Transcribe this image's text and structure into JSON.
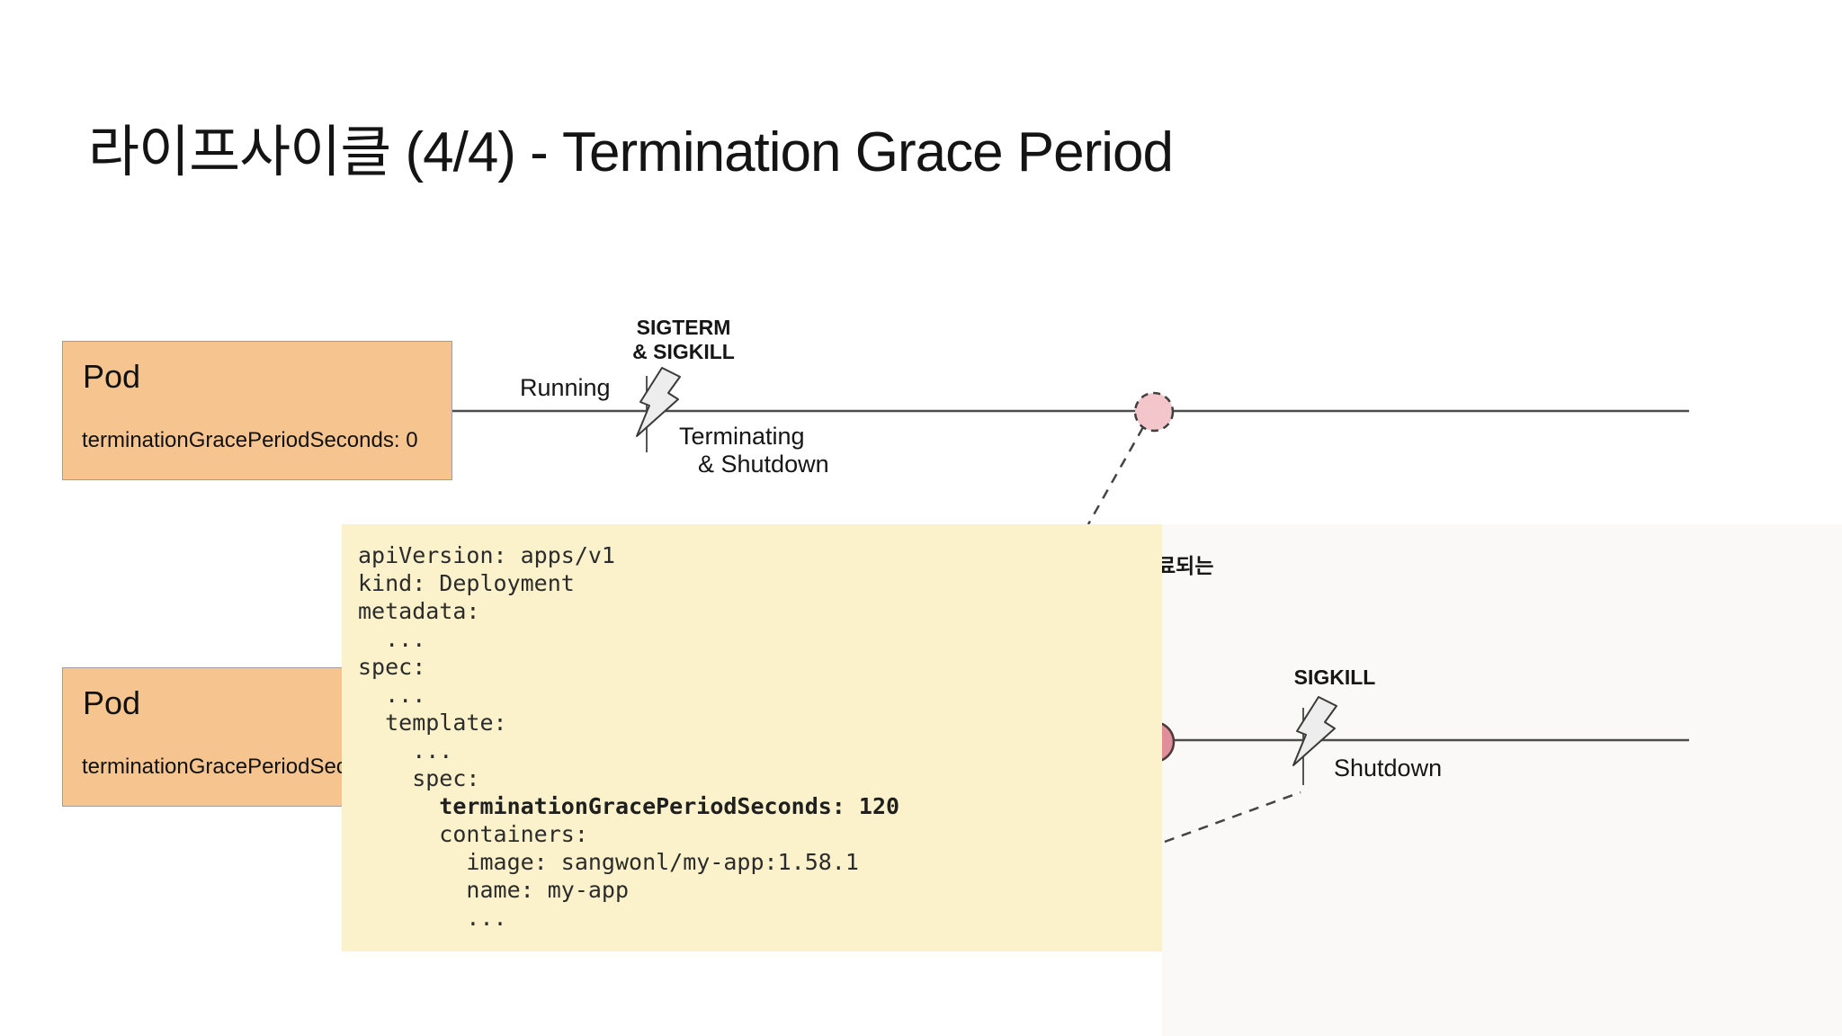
{
  "slide": {
    "title": "라이프사이클 (4/4) - Termination Grace Period"
  },
  "pods": {
    "pod1": {
      "name": "Pod",
      "attr": "terminationGracePeriodSeconds: 0"
    },
    "pod2": {
      "name": "Pod",
      "attr": "terminationGracePeriodSeco"
    }
  },
  "timeline1": {
    "running_label": "Running",
    "signal_line1": "SIGTERM",
    "signal_line2": "& SIGKILL",
    "terminating_label": "Terminating",
    "shutdown_label": "& Shutdown"
  },
  "timeline2": {
    "signal_line1": "SIGKILL",
    "shutdown_label": "Shutdown"
  },
  "korean_fragment": "료되는",
  "code": {
    "lines": [
      {
        "text": "apiVersion: apps/v1"
      },
      {
        "text": "kind: Deployment"
      },
      {
        "text": "metadata:"
      },
      {
        "text": "  ..."
      },
      {
        "text": "spec:"
      },
      {
        "text": "  ..."
      },
      {
        "text": "  template:"
      },
      {
        "text": "    ..."
      },
      {
        "text": "    spec:"
      },
      {
        "text": "      terminationGracePeriodSeconds: 120",
        "bold": true
      },
      {
        "text": "      containers:"
      },
      {
        "text": "        image: sangwonl/my-app:1.58.1"
      },
      {
        "text": "        name: my-app"
      },
      {
        "text": "        ..."
      }
    ]
  },
  "colors": {
    "pod_fill": "#F6C58F",
    "yaml_fill": "#FBF1CB",
    "timeline": "#4d4d4d",
    "circle1_fill": "#F3C6CB",
    "circle2_fill": "#DE8F99",
    "bolt_fill": "#EDEDED"
  }
}
